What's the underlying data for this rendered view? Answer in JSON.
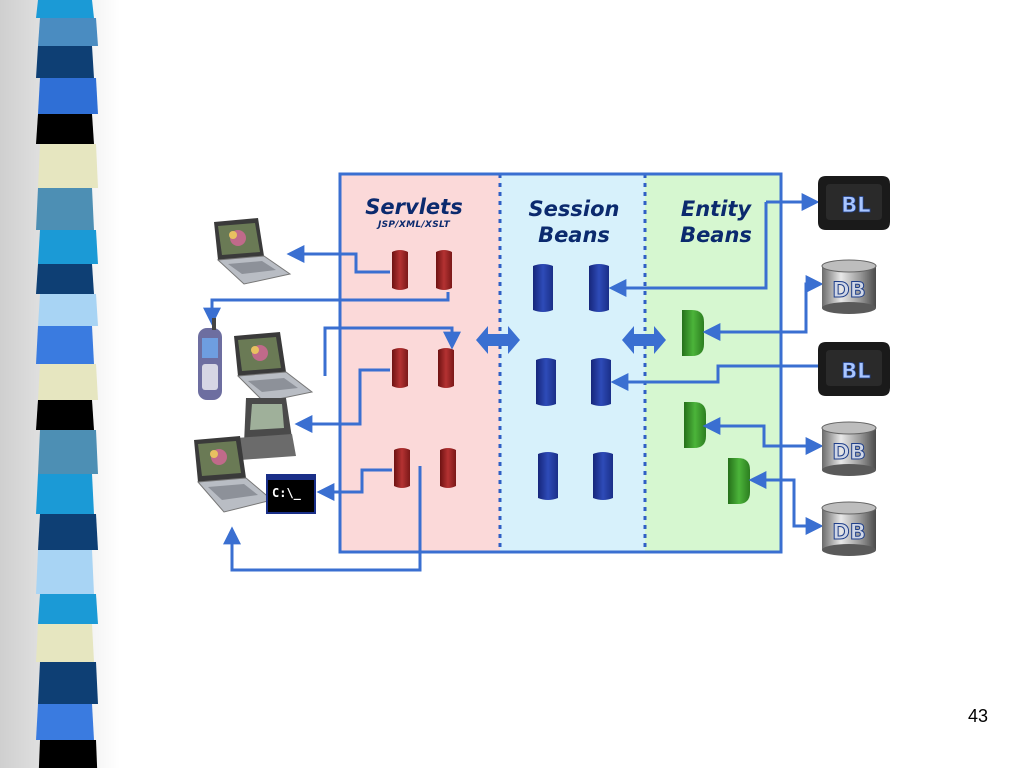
{
  "columns": {
    "servlets": {
      "title": "Servlets",
      "subtitle": "JSP/XML/XSLT"
    },
    "session": {
      "title": "Session",
      "title2": "Beans"
    },
    "entity": {
      "title": "Entity",
      "title2": "Beans"
    }
  },
  "backends": [
    {
      "label": "BL",
      "kind": "business-logic"
    },
    {
      "label": "DB",
      "kind": "database"
    },
    {
      "label": "BL",
      "kind": "business-logic"
    },
    {
      "label": "DB",
      "kind": "database"
    },
    {
      "label": "DB",
      "kind": "database"
    }
  ],
  "terminal": {
    "text": "C:\\_"
  },
  "page_number": "43",
  "colors": {
    "servlets_bg": "#fbd9d9",
    "session_bg": "#d7f1fb",
    "entity_bg": "#d6f7d0",
    "frame": "#3a6fd1",
    "servlet_bean": "#9e2323",
    "session_bean": "#1f3a9e",
    "entity_bean": "#3a9a2a",
    "title_text": "#0b2a6e"
  },
  "icons": [
    "laptop-icon",
    "mobile-phone-icon",
    "pda-icon",
    "terminal-icon",
    "bl-badge-icon",
    "database-icon"
  ]
}
